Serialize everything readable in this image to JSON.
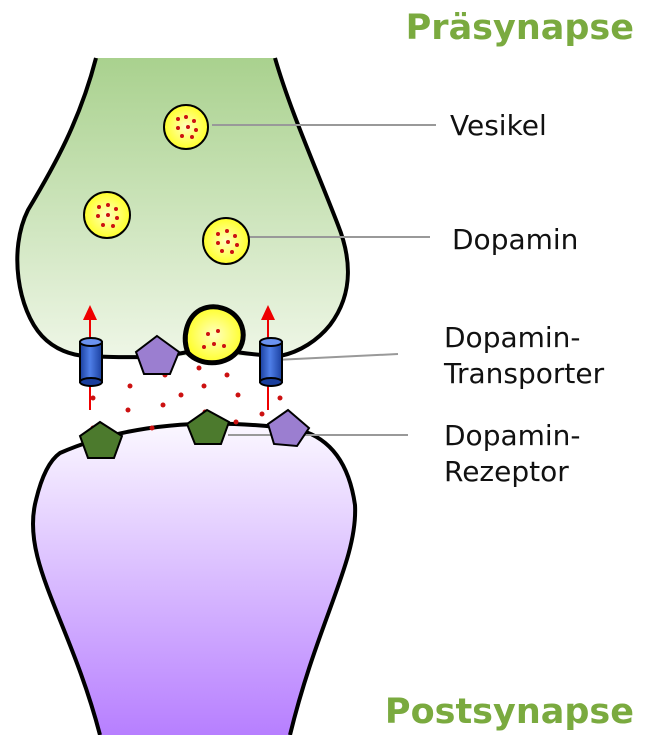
{
  "headings": {
    "presynapse": "Präsynapse",
    "postsynapse": "Postsynapse"
  },
  "labels": {
    "vesicle": "Vesikel",
    "dopamine": "Dopamin",
    "transporter_line1": "Dopamin-",
    "transporter_line2": "Transporter",
    "receptor_line1": "Dopamin-",
    "receptor_line2": "Rezeptor"
  },
  "colors": {
    "heading": "#7aaa3f",
    "presynapse_top": "#a9d18e",
    "presynapse_bottom": "#eef6e6",
    "postsynapse_top": "#fbf8ff",
    "postsynapse_bottom": "#b77fff",
    "vesicle_fill": "#ffff2a",
    "dopamine_dot": "#cc1111",
    "transporter": "#2255cc",
    "receptor_green": "#4c7a2d",
    "receptor_purple": "#9b7ed0",
    "arrow": "#ee0000",
    "leader_line": "#999999"
  }
}
